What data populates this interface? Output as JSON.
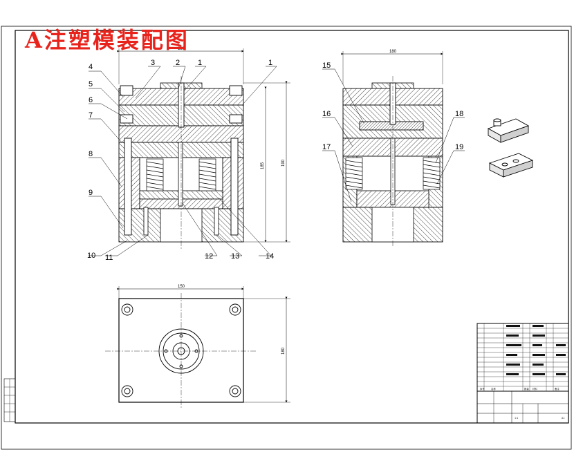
{
  "drawing": {
    "title": "A注塑模装配图",
    "colors": {
      "title": "#e8231c",
      "line": "#000000",
      "hatch": "#333333"
    }
  },
  "front_view": {
    "callouts": [
      {
        "id": "c4",
        "label": "4"
      },
      {
        "id": "c3",
        "label": "3"
      },
      {
        "id": "c2",
        "label": "2"
      },
      {
        "id": "c1a",
        "label": "1"
      },
      {
        "id": "c1b",
        "label": "1"
      },
      {
        "id": "c5",
        "label": "5"
      },
      {
        "id": "c6",
        "label": "6"
      },
      {
        "id": "c7",
        "label": "7"
      },
      {
        "id": "c8",
        "label": "8"
      },
      {
        "id": "c9",
        "label": "9"
      },
      {
        "id": "c10",
        "label": "10"
      },
      {
        "id": "c11",
        "label": "11"
      },
      {
        "id": "c12",
        "label": "12"
      },
      {
        "id": "c13",
        "label": "13"
      },
      {
        "id": "c14",
        "label": "14"
      }
    ],
    "dims": {
      "width": "150",
      "height_inner": "185",
      "height_outer": "190"
    }
  },
  "side_view": {
    "callouts": [
      {
        "id": "c15",
        "label": "15"
      },
      {
        "id": "c16",
        "label": "16"
      },
      {
        "id": "c17",
        "label": "17"
      },
      {
        "id": "c18",
        "label": "18"
      },
      {
        "id": "c19",
        "label": "19"
      }
    ],
    "dims": {
      "width": "180"
    }
  },
  "plan_view": {
    "dims": {
      "width": "150",
      "height": "180"
    }
  },
  "title_block": {
    "sheet_label": "A1",
    "scale": "1:1",
    "col_headers": [
      "序号",
      "名称",
      "数量",
      "材料",
      "备注"
    ]
  }
}
